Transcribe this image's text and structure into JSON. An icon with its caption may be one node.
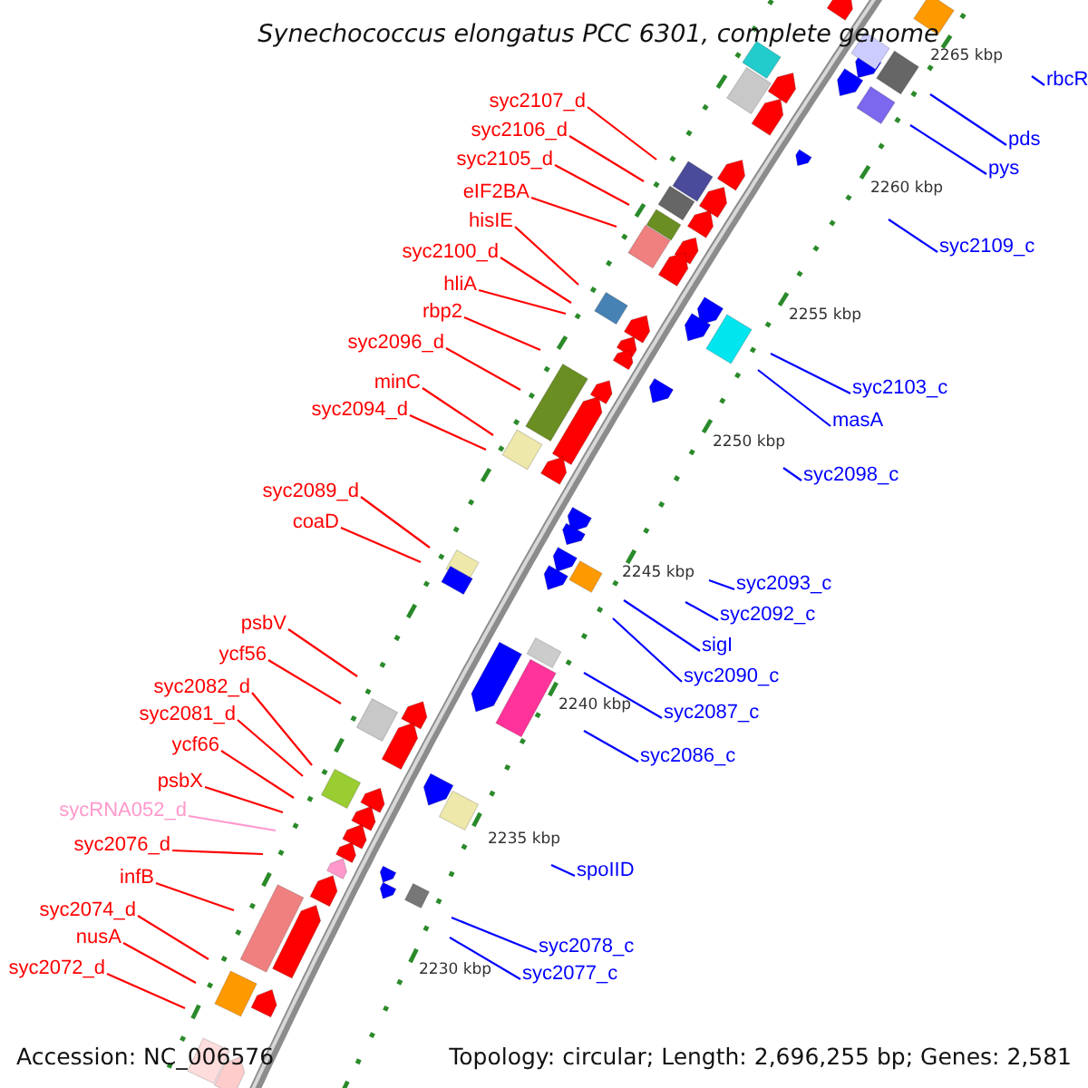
{
  "diagram": {
    "title": "Synechococcus elongatus PCC 6301, complete genome",
    "nodes": [
      {
        "text": [
          "rbcR"
        ]
      },
      {
        "text": [
          "syc2107_d"
        ]
      },
      {
        "text": [
          "syc2106_d"
        ]
      },
      {
        "text": [
          "pds"
        ]
      },
      {
        "text": [
          "syc2105_d"
        ]
      },
      {
        "text": [
          "pys"
        ]
      },
      {
        "text": [
          "eIF2BA"
        ]
      },
      {
        "text": [
          "hisIE"
        ]
      },
      {
        "text": [
          "syc2109_c"
        ]
      },
      {
        "text": [
          "syc2100_d"
        ]
      },
      {
        "text": [
          "hliA"
        ]
      },
      {
        "text": [
          "rbp2"
        ]
      },
      {
        "text": [
          "syc2096_d"
        ]
      },
      {
        "text": [
          "minC"
        ]
      },
      {
        "text": [
          "syc2103_c"
        ]
      },
      {
        "text": [
          "syc2094_d"
        ]
      },
      {
        "text": [
          "masA"
        ]
      },
      {
        "text": [
          "syc2098_c"
        ]
      },
      {
        "text": [
          "syc2089_d"
        ]
      },
      {
        "text": [
          "coaD"
        ]
      },
      {
        "text": [
          "syc2093_c"
        ]
      },
      {
        "text": [
          "syc2092_c"
        ]
      },
      {
        "text": [
          "psbV"
        ]
      },
      {
        "text": [
          "sigI"
        ]
      },
      {
        "text": [
          "ycf56"
        ]
      },
      {
        "text": [
          "syc2090_c"
        ]
      },
      {
        "text": [
          "syc2082_d"
        ]
      },
      {
        "text": [
          "syc2087_c"
        ]
      },
      {
        "text": [
          "syc2081_d"
        ]
      },
      {
        "text": [
          "ycf66"
        ]
      },
      {
        "text": [
          "syc2086_c"
        ]
      },
      {
        "text": [
          "psbX"
        ]
      },
      {
        "text": [
          "sycRNA052_d"
        ]
      },
      {
        "text": [
          "syc2076_d"
        ]
      },
      {
        "text": [
          "spoIID"
        ]
      },
      {
        "text": [
          "infB"
        ]
      },
      {
        "text": [
          "syc2074_d"
        ]
      },
      {
        "text": [
          "nusA"
        ]
      },
      {
        "text": [
          "syc2078_c"
        ]
      },
      {
        "text": [
          "syc2072_d"
        ]
      },
      {
        "text": [
          "syc2077_c"
        ]
      }
    ],
    "edges": [
      {
        "from": 0,
        "to": null,
        "arrow": "none",
        "color": "#0000ff"
      },
      {
        "from": 1,
        "to": null,
        "arrow": "none"
      },
      {
        "from": 2,
        "to": null,
        "arrow": "none"
      },
      {
        "from": 3,
        "to": null,
        "arrow": "none",
        "color": "#0000ff"
      },
      {
        "from": 4,
        "to": null,
        "arrow": "none"
      },
      {
        "from": 5,
        "to": null,
        "arrow": "none",
        "color": "#0000ff"
      },
      {
        "from": 6,
        "to": null,
        "arrow": "none"
      },
      {
        "from": 7,
        "to": null,
        "arrow": "none"
      },
      {
        "from": 8,
        "to": null,
        "arrow": "none",
        "color": "#0000ff"
      },
      {
        "from": 9,
        "to": null,
        "arrow": "none"
      },
      {
        "from": 10,
        "to": null,
        "arrow": "none"
      },
      {
        "from": 11,
        "to": null,
        "arrow": "none"
      },
      {
        "from": 12,
        "to": null,
        "arrow": "none"
      },
      {
        "from": 13,
        "to": null,
        "arrow": "none"
      },
      {
        "from": 14,
        "to": null,
        "arrow": "none",
        "color": "#0000ff"
      },
      {
        "from": 15,
        "to": null,
        "arrow": "none"
      },
      {
        "from": 16,
        "to": null,
        "arrow": "none",
        "color": "#0000ff"
      },
      {
        "from": 17,
        "to": null,
        "arrow": "none",
        "color": "#0000ff"
      },
      {
        "from": 18,
        "to": null,
        "arrow": "none"
      },
      {
        "from": 19,
        "to": null,
        "arrow": "none"
      },
      {
        "from": 20,
        "to": null,
        "arrow": "none",
        "color": "#0000ff"
      },
      {
        "from": 21,
        "to": null,
        "arrow": "none",
        "color": "#0000ff"
      },
      {
        "from": 22,
        "to": null,
        "arrow": "none"
      },
      {
        "from": 23,
        "to": null,
        "arrow": "none",
        "color": "#0000ff"
      },
      {
        "from": 24,
        "to": null,
        "arrow": "none"
      },
      {
        "from": 25,
        "to": null,
        "arrow": "none",
        "color": "#0000ff"
      },
      {
        "from": 26,
        "to": null,
        "arrow": "none"
      },
      {
        "from": 27,
        "to": null,
        "arrow": "none",
        "color": "#0000ff"
      },
      {
        "from": 28,
        "to": null,
        "arrow": "none"
      },
      {
        "from": 29,
        "to": null,
        "arrow": "none"
      },
      {
        "from": 30,
        "to": null,
        "arrow": "none",
        "color": "#0000ff"
      },
      {
        "from": 31,
        "to": null,
        "arrow": "none"
      },
      {
        "from": 32,
        "to": null,
        "arrow": "none",
        "color": "#ff99cc"
      },
      {
        "from": 33,
        "to": null,
        "arrow": "none"
      },
      {
        "from": 34,
        "to": null,
        "arrow": "none",
        "color": "#0000ff"
      },
      {
        "from": 35,
        "to": null,
        "arrow": "none"
      },
      {
        "from": 36,
        "to": null,
        "arrow": "none"
      },
      {
        "from": 37,
        "to": null,
        "arrow": "none"
      },
      {
        "from": 38,
        "to": null,
        "arrow": "none",
        "color": "#0000ff"
      },
      {
        "from": 39,
        "to": null,
        "arrow": "none"
      },
      {
        "from": 40,
        "to": null,
        "arrow": "none",
        "color": "#0000ff"
      }
    ],
    "labels": [
      "2265 kbp",
      "2260 kbp",
      "2255 kbp",
      "2250 kbp",
      "2245 kbp",
      "2240 kbp",
      "2235 kbp",
      "2230 kbp",
      "Accession: NC_006576",
      "Topology: circular; Length: 2,696,255 bp; Genes: 2,581"
    ]
  }
}
